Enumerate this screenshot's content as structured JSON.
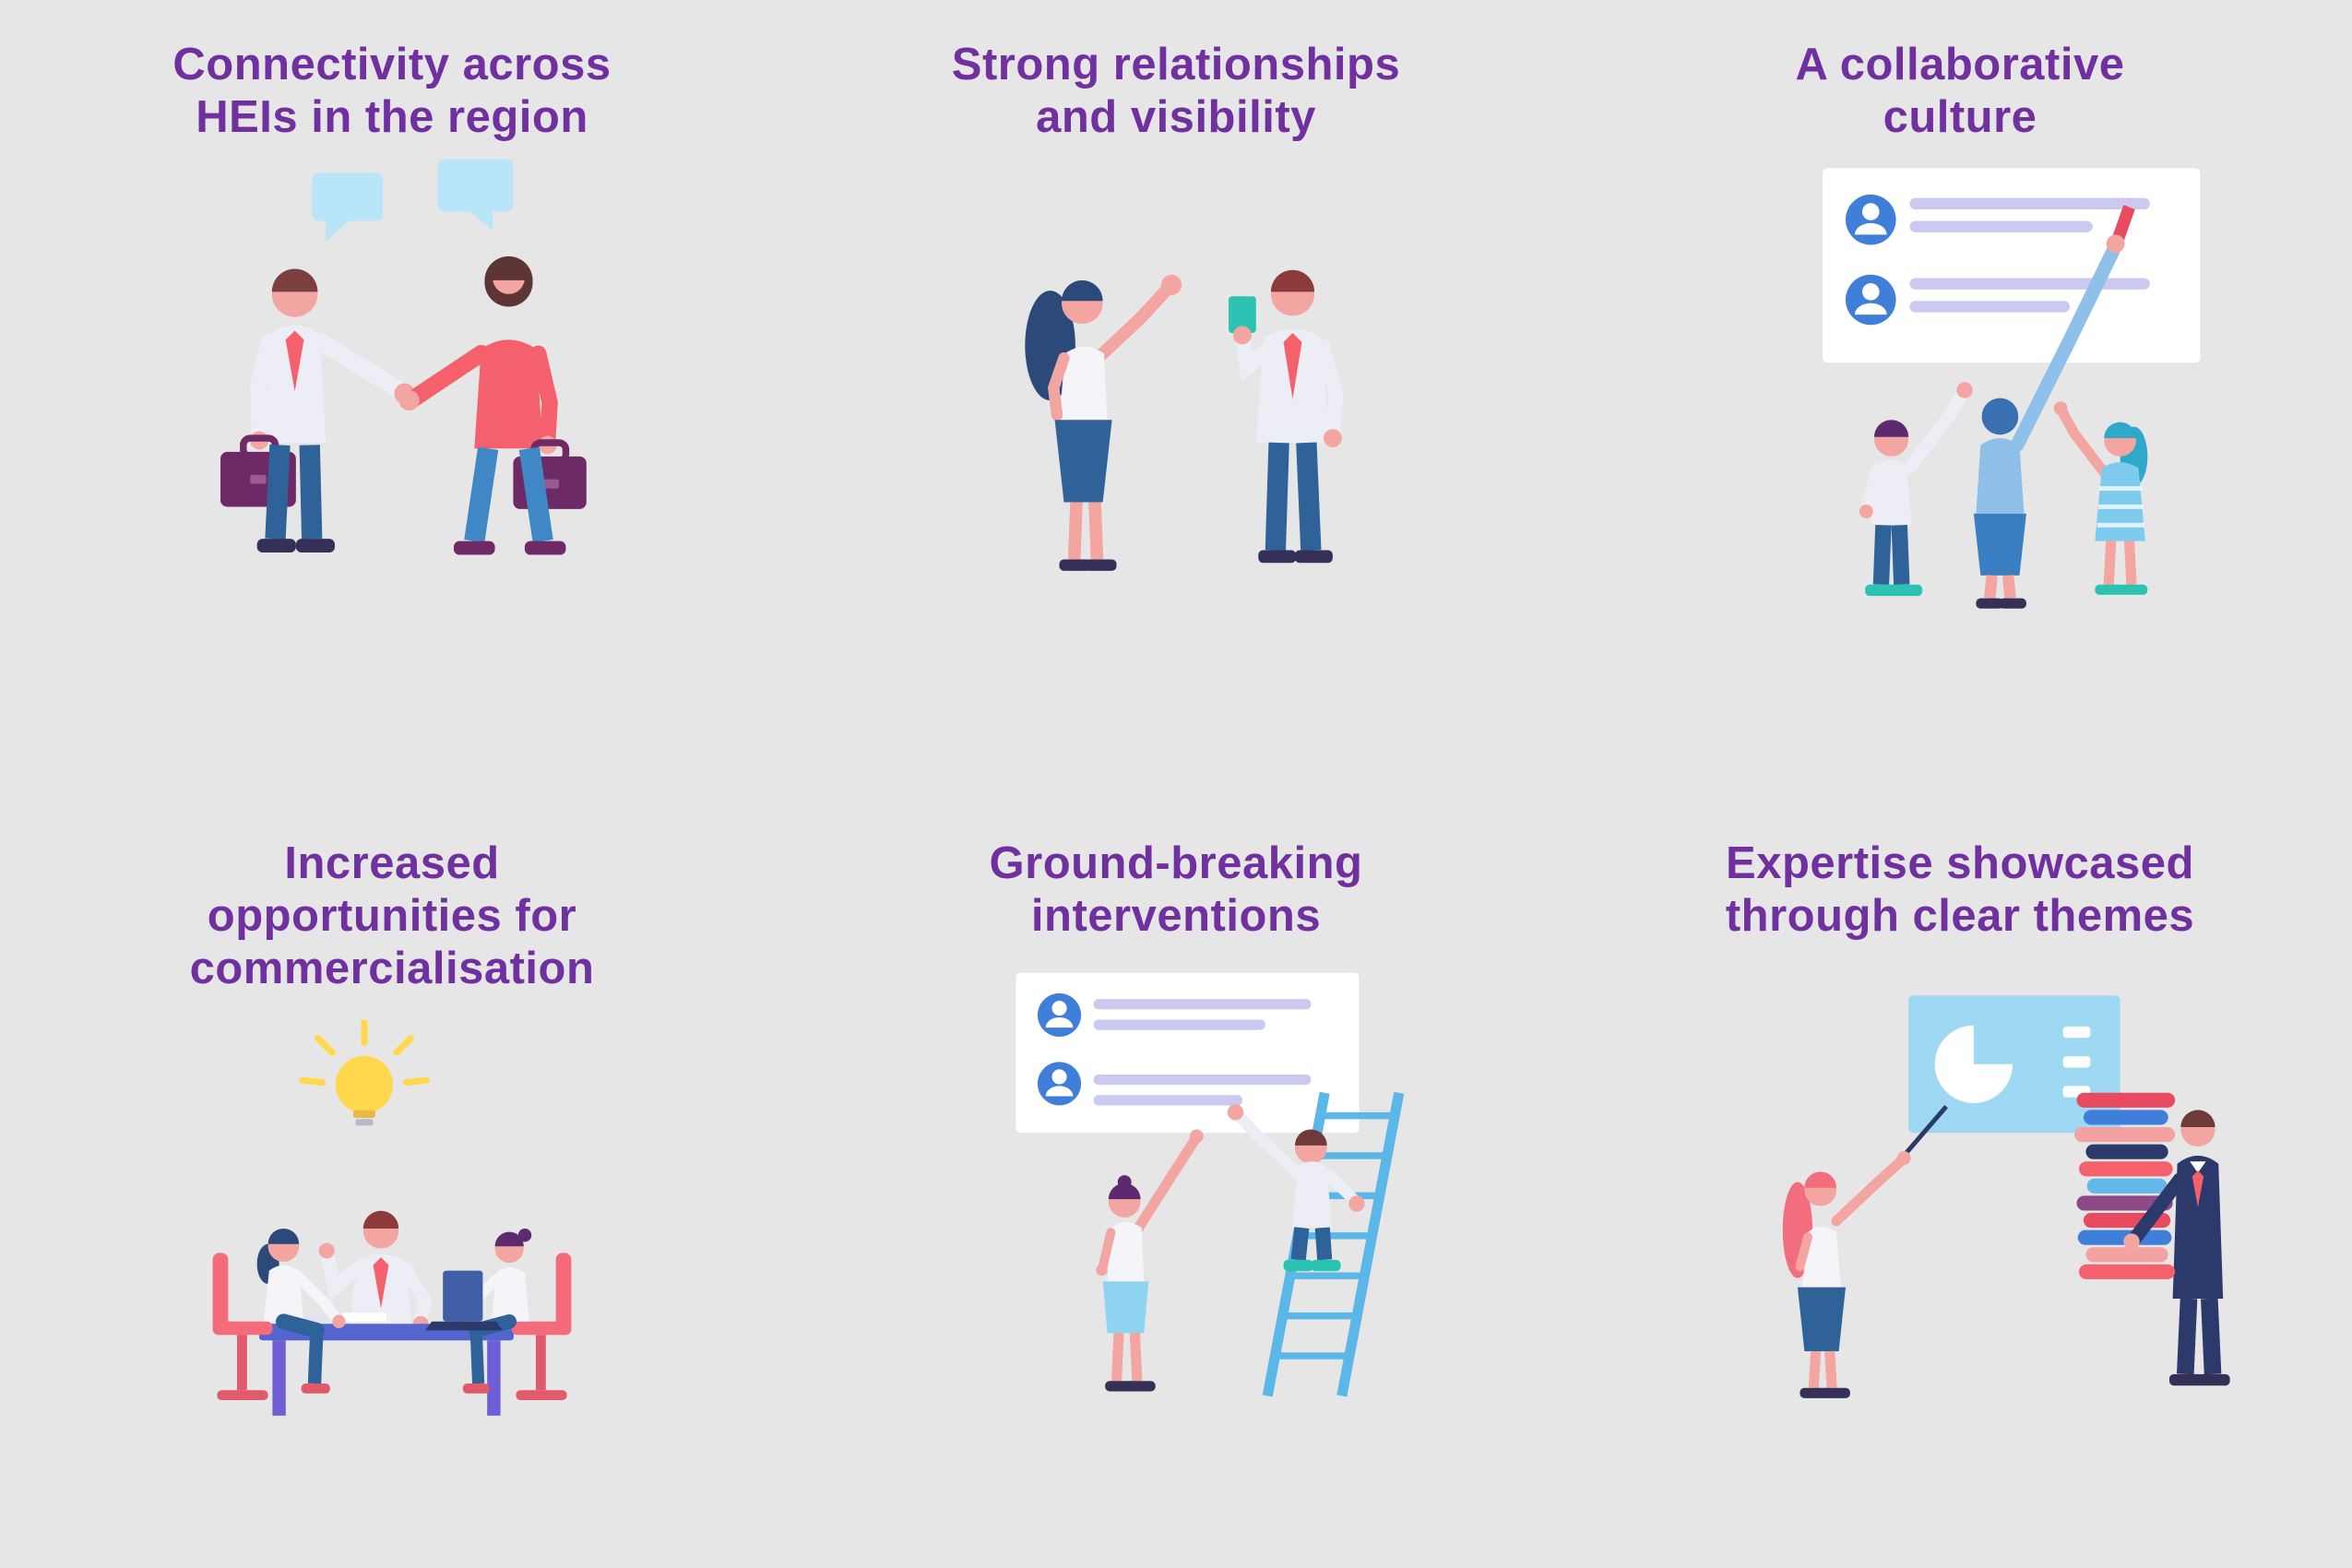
{
  "page": {
    "background_color": "#e7e6e6",
    "title_color": "#7030a0"
  },
  "panels": [
    {
      "id": "connectivity",
      "title": "Connectivity across HEIs in the region",
      "title_lines": [
        "Connectivity across",
        "HEIs in the region"
      ],
      "illustration": "two-businessmen-handshake-with-speech-bubbles"
    },
    {
      "id": "relationships",
      "title": "Strong relationships and visibility",
      "title_lines": [
        "Strong relationships",
        "and visibility"
      ],
      "illustration": "woman-waving-man-holding-drink"
    },
    {
      "id": "collaboration",
      "title": "A collaborative culture",
      "title_lines": [
        "A collaborative",
        "culture"
      ],
      "illustration": "three-people-annotating-profile-board"
    },
    {
      "id": "commercialisation",
      "title": "Increased opportunities for commercialisation",
      "title_lines": [
        "Increased",
        "opportunities for",
        "commercialisation"
      ],
      "illustration": "team-meeting-at-desk-with-idea-lightbulb"
    },
    {
      "id": "interventions",
      "title": "Ground-breaking interventions",
      "title_lines": [
        "Ground-breaking",
        "interventions"
      ],
      "illustration": "two-people-building-profile-board-with-ladder"
    },
    {
      "id": "expertise",
      "title": "Expertise showcased through clear themes",
      "title_lines": [
        "Expertise showcased",
        "through clear themes"
      ],
      "illustration": "presenter-with-pie-chart-and-man-carrying-books"
    }
  ],
  "palette": {
    "heading_purple": "#7030a0",
    "background_grey": "#e7e6e6",
    "skin_pink": "#f3a5a1",
    "accent_red": "#f4606c",
    "pen_red": "#e84a5f",
    "trouser_blue": "#2f6298",
    "jeans_blue": "#3f87c5",
    "light_blue": "#8ed4f2",
    "speech_bubble_blue": "#b9e5f8",
    "teal": "#2cc3b2",
    "briefcase_purple": "#6e2a66",
    "board_line_lavender": "#c9c9f2",
    "avatar_blue": "#3f7fd9",
    "ladder_blue": "#5bb7e8",
    "bulb_yellow": "#ffd84d",
    "desk_blue": "#5565cf",
    "chair_pink": "#f46c7c",
    "suit_navy": "#2b3a6b"
  }
}
